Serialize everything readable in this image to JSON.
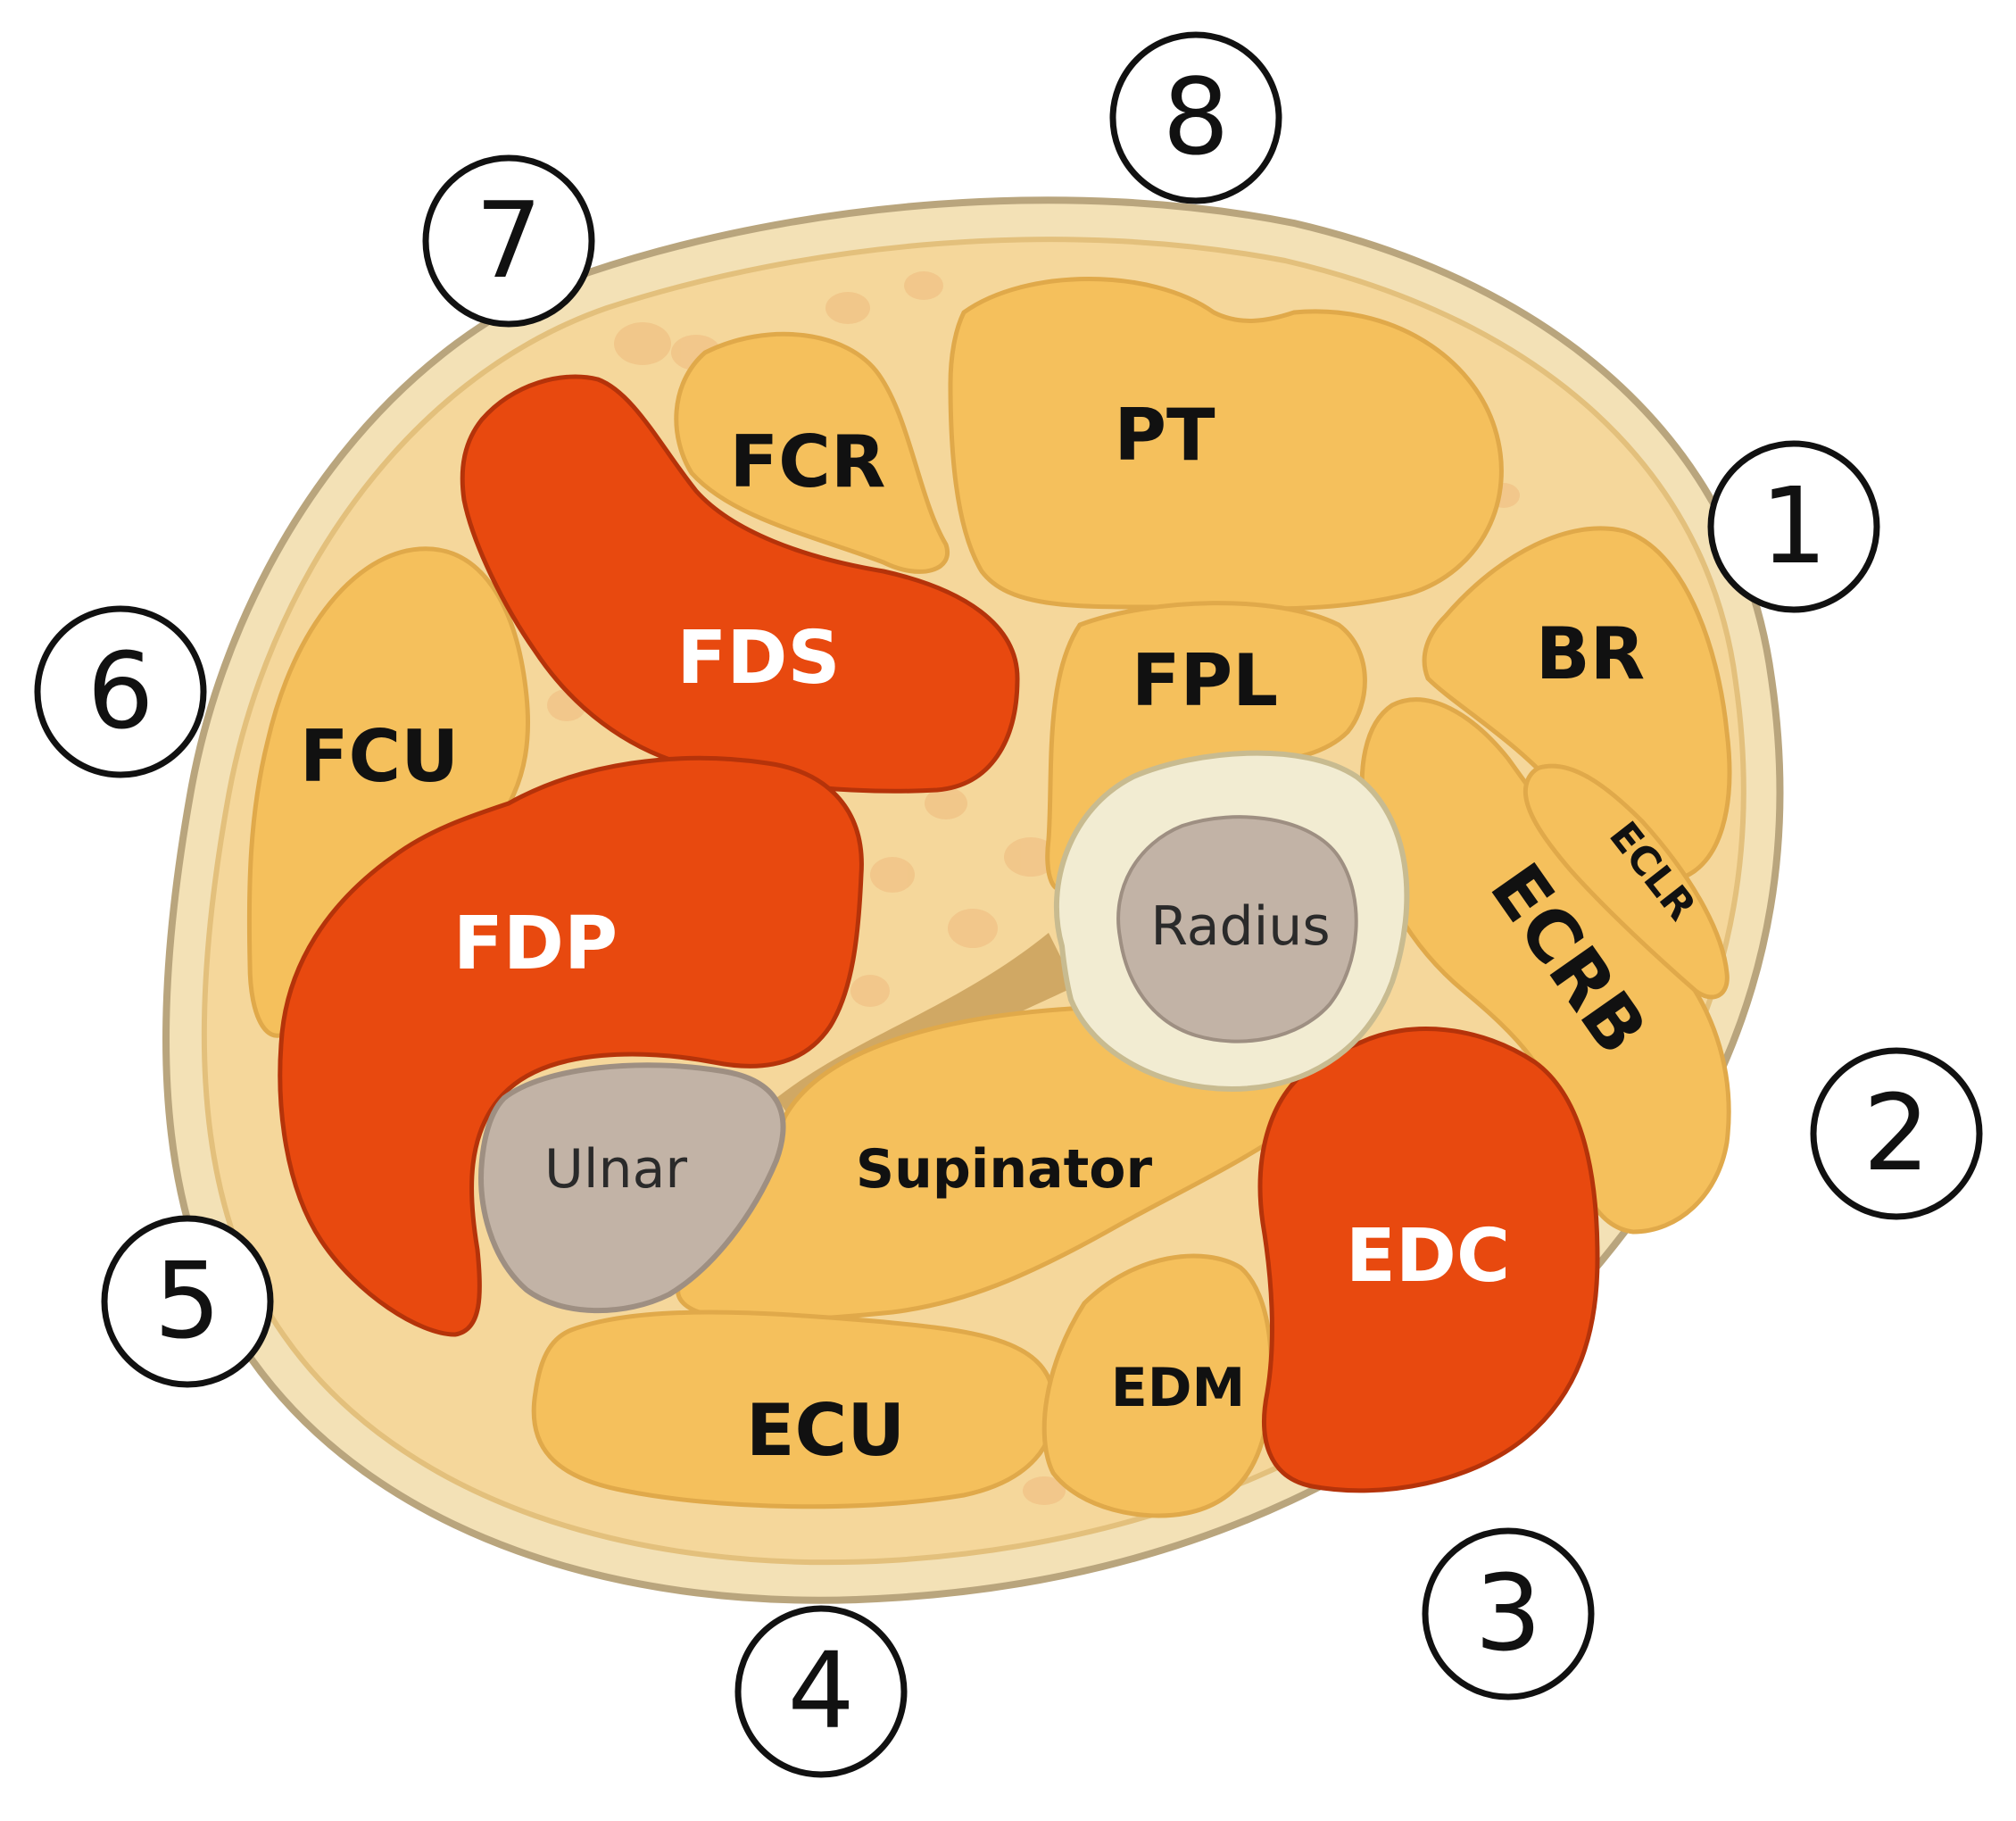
{
  "labels": {
    "fcr": "FCR",
    "pt": "PT",
    "fds": "FDS",
    "fpl": "FPL",
    "br": "BR",
    "fcu": "FCU",
    "eclr": "ECLR",
    "ecrb": "ECRB",
    "fdp": "FDP",
    "radius": "Radius",
    "ulnar": "Ulnar",
    "supinator": "Supinator",
    "edc": "EDC",
    "edm": "EDM",
    "ecu": "ECU"
  },
  "markers": [
    "1",
    "2",
    "3",
    "4",
    "5",
    "6",
    "7",
    "8"
  ],
  "colors": {
    "skin": "#f3e1b6",
    "skin_edge": "#b9a57d",
    "fat": "#f5d79b",
    "muscle_yellow": "#f5c05c",
    "muscle_red": "#e8490f",
    "bone_cortex": "#f2ecd2",
    "bone_marrow": "#c2b3a6",
    "fascia": "#d8b06a"
  }
}
